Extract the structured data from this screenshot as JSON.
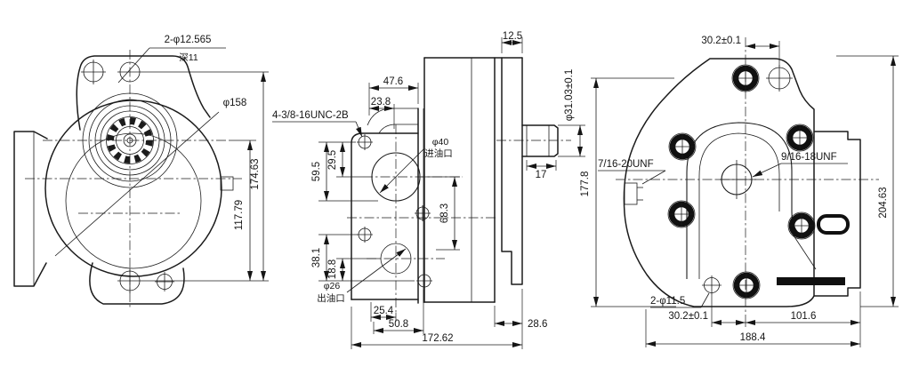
{
  "drawing": {
    "front": {
      "bolt_callout": "2-φ12.565",
      "bolt_depth": "深11",
      "outer_dia": "φ158",
      "height_inner": "117.79",
      "height_total": "174.63"
    },
    "side": {
      "thread_callout": "4-3/8-16UNC-2B",
      "top_width": "47.6",
      "top_half_width": "23.8",
      "upper_offset_a": "59.5",
      "upper_offset_b": "29.5",
      "lower_offset_a": "38.1",
      "lower_offset_b": "18.8",
      "port_span": "68.3",
      "inlet_dia": "φ40",
      "inlet_label": "进油口",
      "outlet_dia": "φ26",
      "outlet_label": "出油口",
      "bottom_a": "25.4",
      "bottom_b": "50.8",
      "total_width": "172.62",
      "rear_depth": "28.6",
      "flange_thickness": "12.5",
      "pilot_dia": "φ31.03±0.1",
      "shaft_len": "17"
    },
    "rear": {
      "top_offset": "30.2±0.1",
      "height_left": "177.8",
      "height_total": "204.63",
      "thread_left": "7/16-20UNF",
      "thread_center": "9/16-18UNF",
      "hole_callout": "2-φ11.5",
      "bottom_offset": "30.2±0.1",
      "bottom_width": "101.6",
      "total_width": "188.4"
    }
  }
}
